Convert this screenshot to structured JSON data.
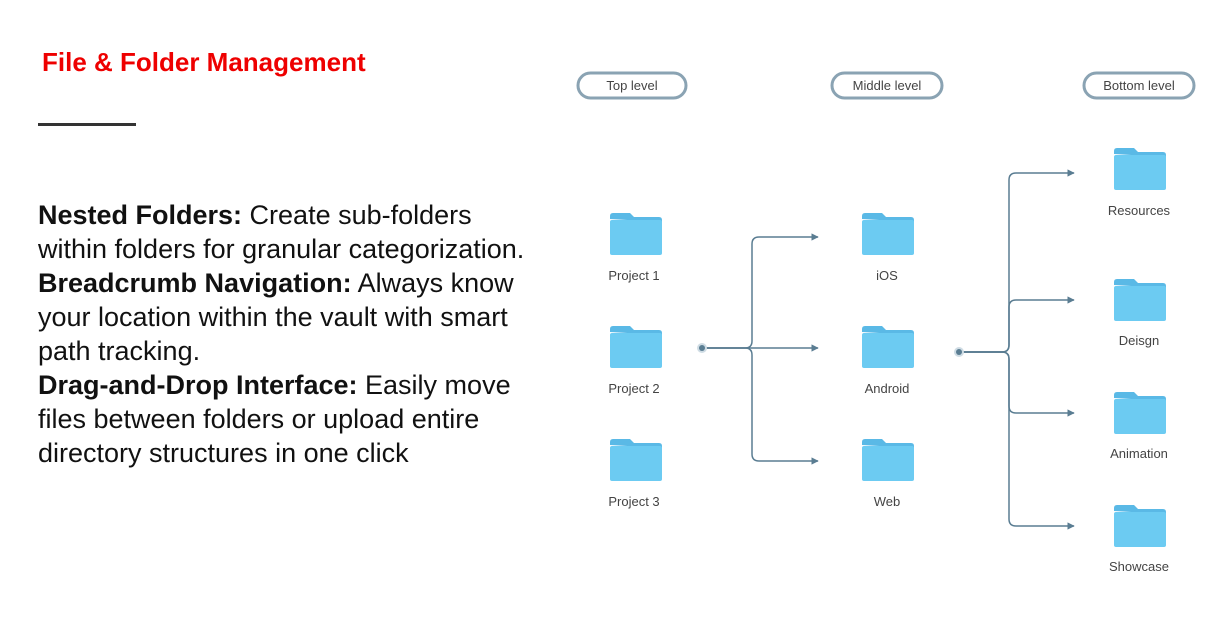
{
  "title": "File & Folder Management",
  "features": [
    {
      "heading": "Nested Folders:",
      "text": " Create sub-folders within folders for granular categorization."
    },
    {
      "heading": "Breadcrumb Navigation:",
      "text": " Always know your location within the vault with smart path tracking."
    },
    {
      "heading": "Drag-and-Drop Interface:",
      "text": " Easily move files between folders or upload entire directory structures in one click"
    }
  ],
  "diagram": {
    "levels": [
      "Top level",
      "Middle level",
      "Bottom level"
    ],
    "top": [
      "Project 1",
      "Project 2",
      "Project 3"
    ],
    "middle": [
      "iOS",
      "Android",
      "Web"
    ],
    "bottom": [
      "Resources",
      "Deisgn",
      "Animation",
      "Showcase"
    ]
  },
  "colors": {
    "title": "#ee0000",
    "folder": "#6ccbf2",
    "folder_tab": "#5ab9e6",
    "connector": "#5a7d92",
    "pill_border": "#8aa3b3",
    "label": "#444444"
  }
}
